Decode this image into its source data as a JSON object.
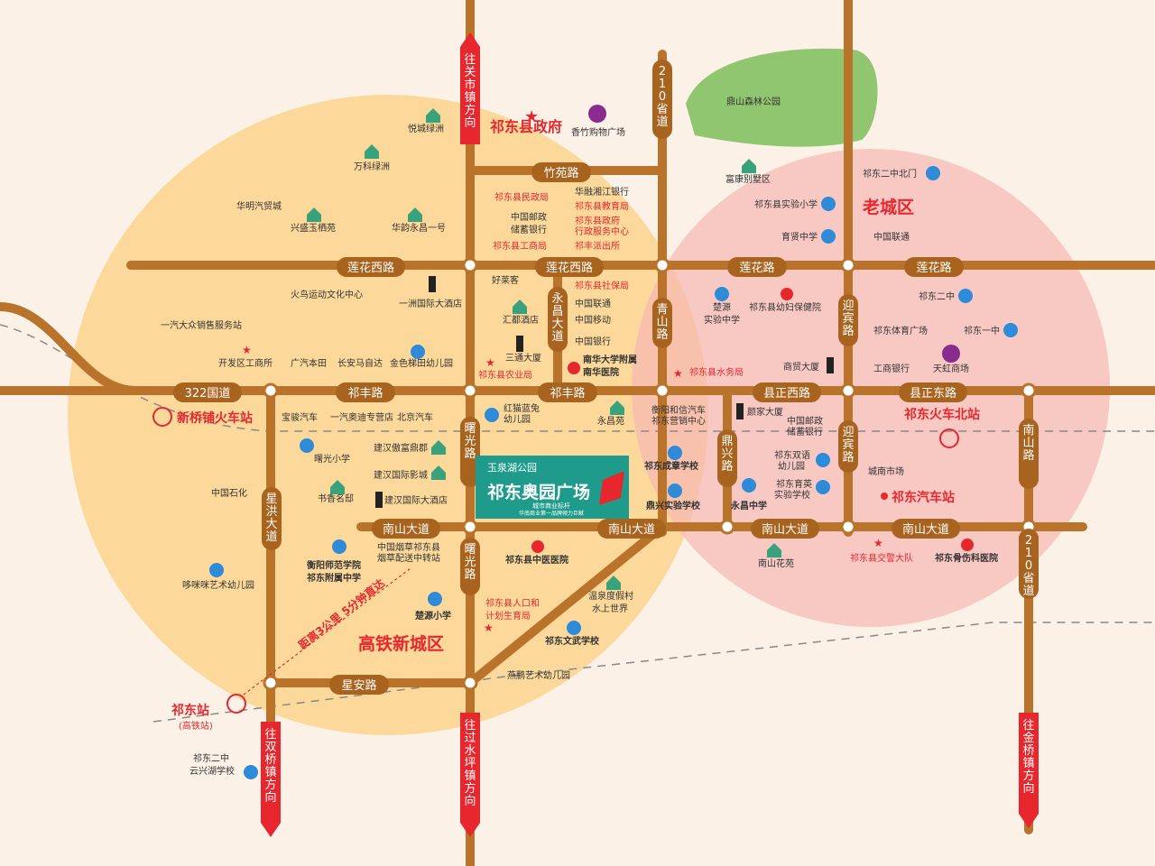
{
  "colors": {
    "road": "#b9732a",
    "road_label_bg": "#a8641f",
    "red": "#e8262d",
    "blue": "#2f8ad8",
    "green": "#3aa27a",
    "purple": "#8a2c8f",
    "bg": "#fbf1e6",
    "circle_left": "#fbd58d",
    "circle_right": "#f7b6b3",
    "park": "#8fc66f"
  },
  "roads": {
    "zhuyuan": "竹苑路",
    "lianhua_xi_1": "莲花西路",
    "lianhua_xi_2": "莲花西路",
    "lianhua_1": "莲花路",
    "lianhua_2": "莲花路",
    "guodao322": "322国道",
    "qifeng_1": "祁丰路",
    "qifeng_2": "祁丰路",
    "xianzheng_xi": "县正西路",
    "xianzheng_dong": "县正东路",
    "nanshan_1": "南山大道",
    "nanshan_2": "南山大道",
    "nanshan_3": "南山大道",
    "nanshan_4": "南山大道",
    "xingan": "星安路",
    "xinghong": "星洪大道",
    "shuguang_1": "曙光路",
    "shuguang_2": "曙光路",
    "yongchang": "永昌大道",
    "qingshan": "青山路",
    "dingxing": "鼎兴路",
    "yingbin_1": "迎宾路",
    "yingbin_2": "迎宾路",
    "nanshan_road": "南山路",
    "sheng210_top": "210省道",
    "sheng210_bottom": "210省道"
  },
  "directions": {
    "guanshi": "往关市镇方向",
    "shuangqiao": "往双桥镇方向",
    "guoshuiping": "往过水坪镇方向",
    "jinqiao": "往金桥镇方向"
  },
  "zones": {
    "gaotie": "高铁新城区",
    "laocheng": "老城区",
    "distance_note": "距离3公里 5分钟直达"
  },
  "stations": {
    "xinqiaopu": "新桥铺火车站",
    "qidong_bei": "祁东火车北站",
    "qidong": "祁东站",
    "qidong_sub": "(高铁站)",
    "qiche": "祁东汽车站"
  },
  "project": {
    "park": "玉泉湖公园",
    "name": "祁东奥园广场",
    "tagline": "城市商业标杆",
    "small": "华南商业第一品牌倾力巨献"
  },
  "landmarks": {
    "gov": "祁东县政府",
    "forest": "鼎山森林公园"
  },
  "pois": {
    "yuecheng": "悦城绿洲",
    "wanke": "万科绿洲",
    "huaming": "华明汽贸城",
    "xingsheng": "兴盛玉栖苑",
    "huayun": "华韵永昌一号",
    "xiangzhu": "香竹购物广场",
    "minzheng": "祁东县民政局",
    "huarong": "华融湘江银行",
    "jiaoyu": "祁东县教育局",
    "youzheng_1": "中国邮政",
    "youzheng_2": "储蓄银行",
    "xingzheng_1": "祁东县政府",
    "xingzheng_2": "行政服务中心",
    "gongshang": "祁东县工商局",
    "paichusuo": "祁丰派出所",
    "haolaike": "好莱客",
    "shebao": "祁东县社保局",
    "liantong": "中国联通",
    "yidong": "中国移动",
    "zhongguo_yinhang": "中国银行",
    "huoniao": "火鸟运动文化中心",
    "yizhou": "一洲国际大酒店",
    "yiqi": "一汽大众销售服务站",
    "huidu": "汇都酒店",
    "kaifaqu": "开发区工商所",
    "guangqi": "广汽本田",
    "changan": "长安马自达",
    "jinse": "金色梯田幼儿园",
    "santong": "三通大厦",
    "nonye": "祁东县农业局",
    "nanhua_1": "南华大学附属",
    "nanhua_2": "南华医院",
    "baojun": "宝骏汽车",
    "yiqi_aodi": "一汽奥迪专营店",
    "beijing": "北京汽车",
    "hongmao_1": "红猫蓝兔",
    "hongmao_2": "幼儿园",
    "yongchangyuan": "永昌苑",
    "shuguang_school": "曙光小学",
    "jianhan_fu": "建汉傲富鼎郡",
    "jianhan_ying": "建汉国际影城",
    "shuxiang": "书香名邸",
    "jianhan_hotel": "建汉国际大酒店",
    "shihua": "中国石化",
    "hengyang_1": "衡阳师范学院",
    "hengyang_2": "祁东附属中学",
    "yancao_1": "中国烟草祁东县",
    "yancao_2": "烟草配送中转站",
    "zhongyi": "祁东县中医医院",
    "duomi": "哆咪咪艺术幼儿园",
    "chuyuan": "楚源小学",
    "renkou_1": "祁东县人口和",
    "renkou_2": "计划生育局",
    "wenquan_1": "温泉度假村",
    "wenquan_2": "水上世界",
    "wenwu": "祁东文武学校",
    "yanpeng": "燕鹏艺术幼儿园",
    "yunxinghu_1": "祁东二中",
    "yunxinghu_2": "云兴湖学校",
    "fukang": "富康别墅区",
    "shiyan_xiao": "祁东县实验小学",
    "yuxian": "育贤中学",
    "erzhong_bei": "祁东二中北门",
    "liantong_east": "中国联通",
    "chuyuan_shiyan_1": "楚源",
    "chuyuan_shiyan_2": "实验中学",
    "fuyou": "祁东县幼妇保健院",
    "erzhong": "祁东二中",
    "tiyu": "祁东体育广场",
    "yizhong": "祁东一中",
    "shangmao": "商贸大厦",
    "gonghang": "工商银行",
    "tianhong": "天虹商场",
    "shuiwu": "祁东县水务局",
    "hengxin_1": "衡阳和信汽车",
    "hengxin_2": "祁东营销中心",
    "yanjia": "颜家大厦",
    "youzheng_e1": "中国邮政",
    "youzheng_e2": "储蓄银行",
    "shuangyu_1": "祁东双语",
    "shuangyu_2": "幼儿园",
    "chengzhang": "祁东成章学校",
    "yuying_1": "祁东育英",
    "yuying_2": "实验学校",
    "chengnan": "城南市场",
    "dingxing_school": "鼎兴实验学校",
    "yongchang_school": "永昌中学",
    "nanshanhuayuan": "南山花苑",
    "jiaojing": "祁东县交警大队",
    "gushang": "祁东骨伤科医院"
  }
}
